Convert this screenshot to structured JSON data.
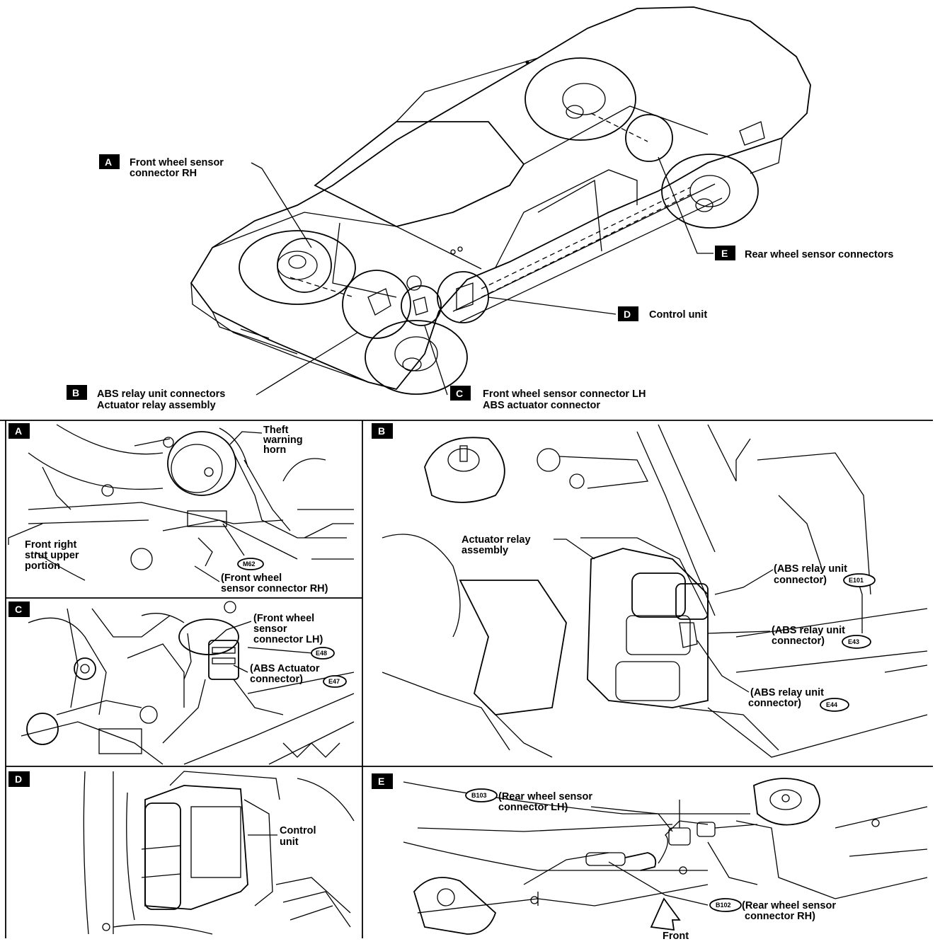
{
  "overview": {
    "A": {
      "letter": "A",
      "line1": "Front wheel sensor",
      "line2": "connector RH"
    },
    "B": {
      "letter": "B",
      "line1": "ABS relay unit connectors",
      "line2": "Actuator relay assembly"
    },
    "C": {
      "letter": "C",
      "line1": "Front wheel sensor connector LH",
      "line2": "ABS actuator connector"
    },
    "D": {
      "letter": "D",
      "line1": "Control unit"
    },
    "E": {
      "letter": "E",
      "line1": "Rear wheel sensor connectors"
    }
  },
  "panel_a": {
    "letter": "A",
    "horn": [
      "Theft",
      "warning",
      "horn"
    ],
    "strut": [
      "Front right",
      "strut upper",
      "portion"
    ],
    "connector_id": "M62",
    "connector": [
      "(Front wheel",
      "sensor connector RH)"
    ]
  },
  "panel_b": {
    "letter": "B",
    "actuator": [
      "Actuator relay",
      "assembly"
    ],
    "conn1": [
      "(ABS relay unit",
      "connector)"
    ],
    "conn1_id": "E101",
    "conn2": [
      "(ABS relay unit",
      "connector)"
    ],
    "conn2_id": "E43",
    "conn3": [
      "(ABS relay unit",
      "connector)"
    ],
    "conn3_id": "E44"
  },
  "panel_c": {
    "letter": "C",
    "sensor": [
      "(Front wheel",
      "sensor",
      "connector LH)"
    ],
    "sensor_id": "E48",
    "actuator": [
      "(ABS Actuator",
      "connector)"
    ],
    "actuator_id": "E47"
  },
  "panel_d": {
    "letter": "D",
    "unit": [
      "Control",
      "unit"
    ]
  },
  "panel_e": {
    "letter": "E",
    "lh_id": "B103",
    "lh": [
      "(Rear wheel sensor",
      "connector LH)"
    ],
    "rh_id": "B102",
    "rh": [
      "(Rear wheel sensor",
      "connector RH)"
    ],
    "front": "Front"
  }
}
